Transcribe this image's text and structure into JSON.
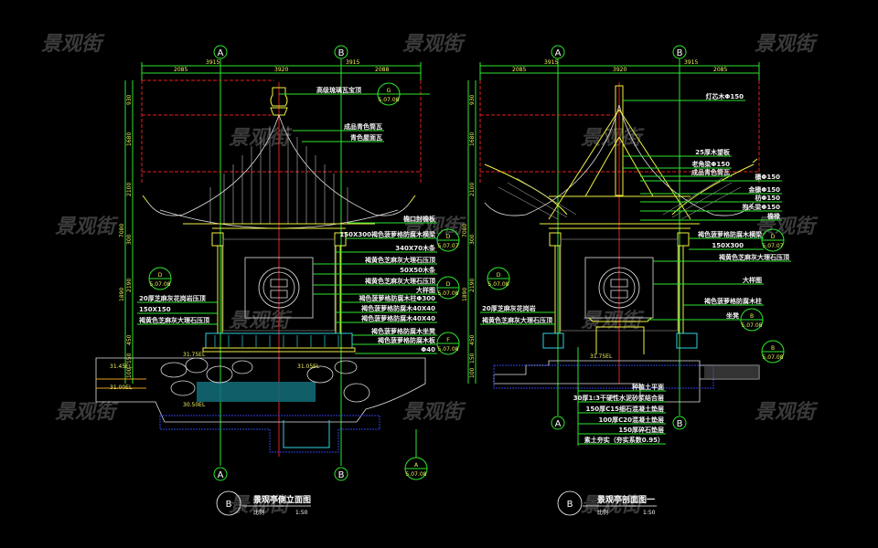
{
  "watermark": "景观街",
  "colors": {
    "background": "#000000",
    "dimension": "#2ee62e",
    "text_dim": "#f0f060",
    "axis_red": "#e02020",
    "structure": "#f0f040",
    "water": "#30d0e0",
    "ground": "#3040e0"
  },
  "axes": {
    "a": "A",
    "b": "B"
  },
  "left_view": {
    "title": "景观亭侧立面图",
    "symbol": "B",
    "scale_label": "比例",
    "scale": "1:50",
    "dims_top": [
      "3915",
      "3915"
    ],
    "dims_second": [
      "2085",
      "3920",
      "2088"
    ],
    "dims_vertical": [
      "930",
      "1680",
      "2100",
      "7080",
      "300",
      "2190",
      "1890",
      "450",
      "150",
      "100"
    ],
    "levels": [
      "31.75EL",
      "31.45EL",
      "31.05EL",
      "31.00EL",
      "30.50EL"
    ],
    "labels": [
      "高级琉璃瓦宝顶",
      "成品青色筒瓦",
      "青色屋面瓦",
      "檐口封檐板",
      "150X300褐色菠萝格防腐木横梁",
      "340X70木条",
      "褐黄色芝麻灰大理石压顶",
      "50X50木条",
      "褐黄色芝麻灰大理石压顶",
      "大样图",
      "褐色菠萝格防腐木柱Φ300",
      "褐色菠萝格防腐木40X40",
      "褐色菠萝格防腐木40X40",
      "褐色菠萝格防腐木坐凳",
      "褐色菠萝格防腐木板",
      "Φ40"
    ],
    "left_labels": [
      "20厚芝麻灰花岗岩压顶",
      "150X150",
      "褐黄色芝麻灰大理石压顶"
    ],
    "refs": [
      {
        "id": "G",
        "sheet": "5.07.08"
      },
      {
        "id": "D",
        "sheet": "5.07.07"
      },
      {
        "id": "D",
        "sheet": "5.07.08"
      },
      {
        "id": "F",
        "sheet": "5.07.08"
      },
      {
        "id": "D",
        "sheet": "5.07.08"
      },
      {
        "id": "A",
        "sheet": "5.07.08"
      }
    ]
  },
  "right_view": {
    "title": "景观亭剖面图一",
    "symbol": "B",
    "scale_label": "比例",
    "scale": "1:50",
    "dims_top": [
      "3915",
      "3915"
    ],
    "dims_second": [
      "2085",
      "3920",
      "2085"
    ],
    "dims_vertical": [
      "930",
      "1680",
      "2100",
      "7080",
      "300",
      "2190",
      "1890",
      "450",
      "150",
      "100"
    ],
    "levels": [
      "31.75EL"
    ],
    "labels": [
      "灯芯木Φ150",
      "25厚木望板",
      "老角梁Φ150",
      "成品青色筒瓦",
      "檩Φ150",
      "金檩Φ150",
      "枋Φ150",
      "抱头梁Φ150",
      "檐椽",
      "褐色菠萝格防腐木横梁",
      "150X300",
      "褐黄色芝麻灰大理石压顶",
      "大样图",
      "褐色菠萝格防腐木柱",
      "坐凳"
    ],
    "left_labels": [
      "20厚芝麻灰花岗岩",
      "褐黄色芝麻灰大理石压顶"
    ],
    "ground_layers": [
      "种植土平面",
      "30厚1:3干硬性水泥砂浆结合层",
      "150厚C15细石混凝土垫层",
      "100厚C20混凝土垫层",
      "150厚碎石垫层",
      "素土夯实（夯实系数0.95）"
    ],
    "refs": [
      {
        "id": "D",
        "sheet": "5.07.07"
      },
      {
        "id": "D",
        "sheet": "5.07.08"
      },
      {
        "id": "B",
        "sheet": "5.07.08"
      },
      {
        "id": "B",
        "sheet": "5.07.08"
      }
    ]
  }
}
